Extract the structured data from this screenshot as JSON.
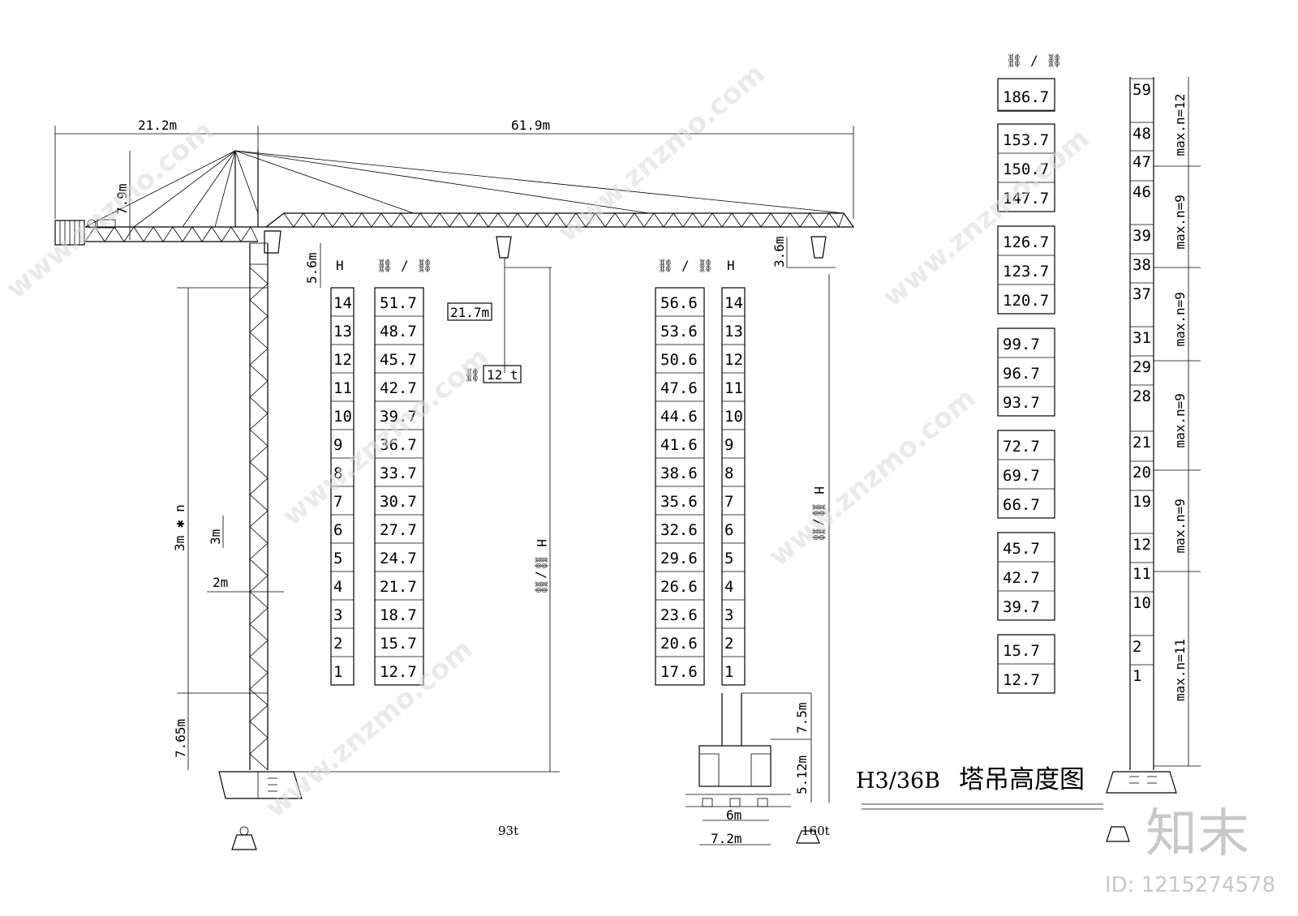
{
  "model": "H3/36B",
  "title": "塔吊高度图",
  "dimensions": {
    "counter_jib": "21.2m",
    "jib": "61.9m",
    "tower_head": "7.9m",
    "hook_gap": "5.6m",
    "hook_gap_right": "3.6m",
    "mast_section": "3m",
    "mast_width": "2m",
    "mast_formula": "3m ✱ n",
    "base_height": "7.65m",
    "base_right_1": "7.5m",
    "base_right_2": "5.12m",
    "base_width_1": "6m",
    "base_width_2": "7.2m",
    "trolley_dist": "21.7m",
    "load": "12 t",
    "weight_1": "93t",
    "weight_2": "160t",
    "h_label": "H",
    "h_formula": "H ⛓/⛓"
  },
  "table_left": {
    "h_header": "H",
    "v_header": "⛓ / ⛓",
    "h": [
      "14",
      "13",
      "12",
      "11",
      "10",
      "9",
      "8",
      "7",
      "6",
      "5",
      "4",
      "3",
      "2",
      "1"
    ],
    "values": [
      "51.7",
      "48.7",
      "45.7",
      "42.7",
      "39.7",
      "36.7",
      "33.7",
      "30.7",
      "27.7",
      "24.7",
      "21.7",
      "18.7",
      "15.7",
      "12.7"
    ]
  },
  "table_mid": {
    "h_header": "H",
    "v_header": "⛓ / ⛓",
    "h": [
      "14",
      "13",
      "12",
      "11",
      "10",
      "9",
      "8",
      "7",
      "6",
      "5",
      "4",
      "3",
      "2",
      "1"
    ],
    "values": [
      "56.6",
      "53.6",
      "50.6",
      "47.6",
      "44.6",
      "41.6",
      "38.6",
      "35.6",
      "32.6",
      "29.6",
      "26.6",
      "23.6",
      "20.6",
      "17.6"
    ]
  },
  "table_right": {
    "header": "⛓ / ⛓",
    "values": [
      "186.7",
      "153.7",
      "150.7",
      "147.7",
      "126.7",
      "123.7",
      "120.7",
      "99.7",
      "96.7",
      "93.7",
      "72.7",
      "69.7",
      "66.7",
      "45.7",
      "42.7",
      "39.7",
      "15.7",
      "12.7"
    ]
  },
  "mast_column": {
    "numbers": [
      "59",
      "48",
      "47",
      "46",
      "39",
      "38",
      "37",
      "31",
      "29",
      "28",
      "21",
      "20",
      "19",
      "12",
      "11",
      "10",
      "2",
      "1"
    ],
    "segments": [
      "max.n=12",
      "max.n=9",
      "max.n=9",
      "max.n=9",
      "max.n=9",
      "max.n=11"
    ]
  },
  "watermark": {
    "brand": "知末",
    "id": "ID: 1215274578",
    "site": "www.znzmo.com"
  }
}
